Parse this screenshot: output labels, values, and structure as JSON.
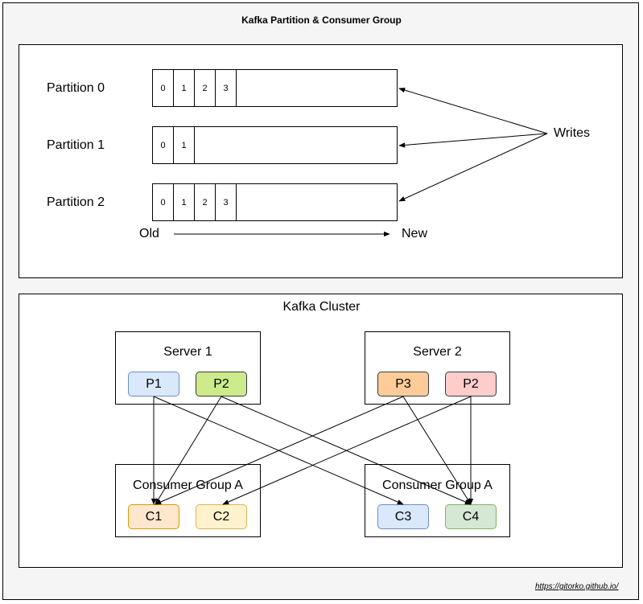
{
  "title": "Kafka Partition & Consumer Group",
  "partitions": [
    {
      "label": "Partition 0",
      "offsets": [
        "0",
        "1",
        "2",
        "3"
      ]
    },
    {
      "label": "Partition 1",
      "offsets": [
        "0",
        "1"
      ]
    },
    {
      "label": "Partition 2",
      "offsets": [
        "0",
        "1",
        "2",
        "3"
      ]
    }
  ],
  "writes_label": "Writes",
  "old_label": "Old",
  "new_label": "New",
  "cluster_label": "Kafka Cluster",
  "servers": [
    {
      "label": "Server 1",
      "partitions": [
        {
          "label": "P1",
          "fill": "#dae8fc",
          "stroke": "#6c8ebf"
        },
        {
          "label": "P2",
          "fill": "#cdeb8b",
          "stroke": "#36393d"
        }
      ]
    },
    {
      "label": "Server 2",
      "partitions": [
        {
          "label": "P3",
          "fill": "#ffcc99",
          "stroke": "#36393d"
        },
        {
          "label": "P2",
          "fill": "#ffcccc",
          "stroke": "#36393d"
        }
      ]
    }
  ],
  "consumer_groups": [
    {
      "label": "Consumer Group A",
      "consumers": [
        {
          "label": "C1",
          "fill": "#ffe6cc",
          "stroke": "#d79b00"
        },
        {
          "label": "C2",
          "fill": "#fff2cc",
          "stroke": "#d6b656"
        }
      ]
    },
    {
      "label": "Consumer Group A",
      "consumers": [
        {
          "label": "C3",
          "fill": "#dae8fc",
          "stroke": "#6c8ebf"
        },
        {
          "label": "C4",
          "fill": "#d5e8d4",
          "stroke": "#82b366"
        }
      ]
    }
  ],
  "credit": "https://gitorko.github.io/"
}
